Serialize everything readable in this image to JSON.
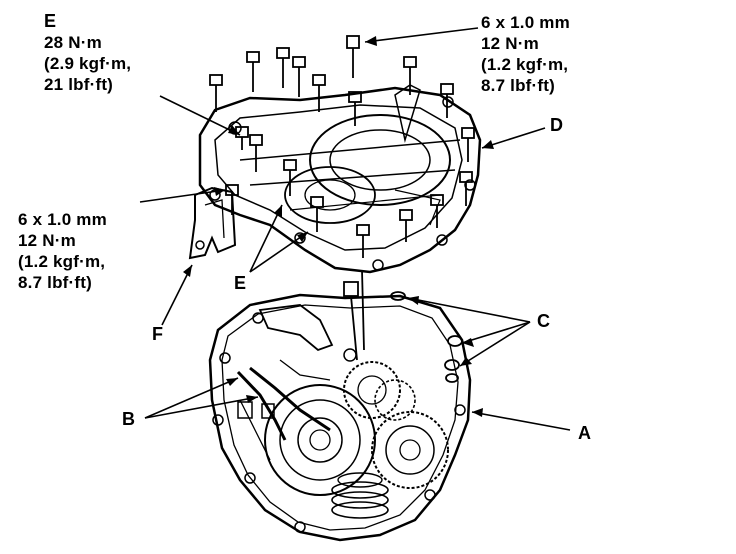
{
  "labels": {
    "e_top": {
      "letter": "E",
      "lines": [
        "28 N·m",
        "(2.9 kgf·m,",
        "21 lbf·ft)"
      ]
    },
    "bolt_right": {
      "lines": [
        "6 x 1.0 mm",
        "12 N·m",
        "(1.2 kgf·m,",
        "8.7 lbf·ft)"
      ]
    },
    "bolt_left": {
      "lines": [
        "6 x 1.0 mm",
        "12 N·m",
        "(1.2 kgf·m,",
        "8.7 lbf·ft)"
      ]
    },
    "d": "D",
    "e_bottom": "E",
    "f": "F",
    "c": "C",
    "b": "B",
    "a": "A"
  }
}
